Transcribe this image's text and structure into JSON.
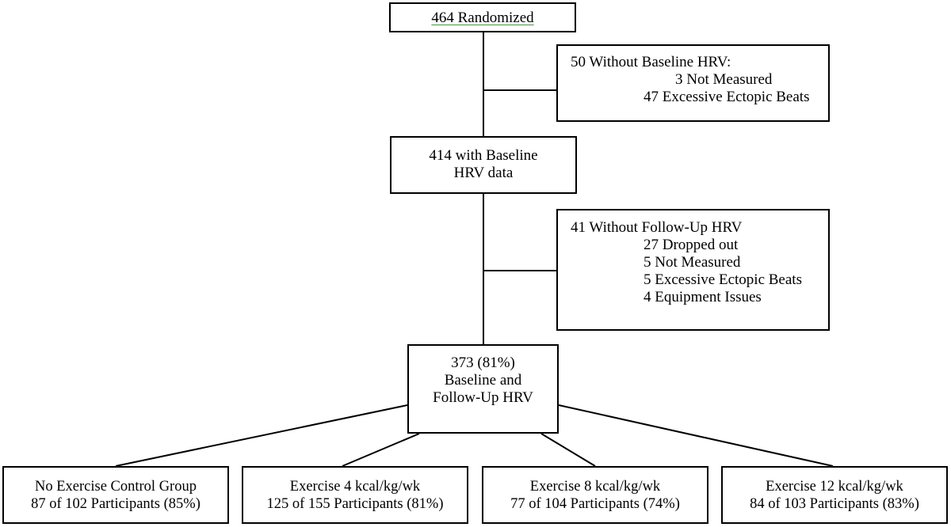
{
  "flowchart": {
    "randomized": "464 Randomized",
    "exclusion_baseline": {
      "header": "50 Without Baseline HRV:",
      "items": [
        "3 Not Measured",
        "47 Excessive Ectopic Beats"
      ]
    },
    "baseline": {
      "lines": [
        "414 with Baseline",
        "HRV data"
      ]
    },
    "exclusion_followup": {
      "header": "41 Without Follow-Up HRV",
      "items": [
        "27 Dropped out",
        "5 Not Measured",
        "5 Excessive Ectopic Beats",
        "4 Equipment Issues"
      ]
    },
    "analyzed": {
      "lines": [
        "373 (81%)",
        "Baseline and",
        "Follow-Up HRV"
      ]
    },
    "groups": [
      {
        "name": "No Exercise Control Group",
        "detail": "87 of 102 Participants (85%)"
      },
      {
        "name": "Exercise 4 kcal/kg/wk",
        "detail": "125 of 155 Participants (81%)"
      },
      {
        "name": "Exercise 8 kcal/kg/wk",
        "detail": "77 of 104 Participants (74%)"
      },
      {
        "name": "Exercise 12 kcal/kg/wk",
        "detail": "84 of 103 Participants (83%)"
      }
    ]
  }
}
